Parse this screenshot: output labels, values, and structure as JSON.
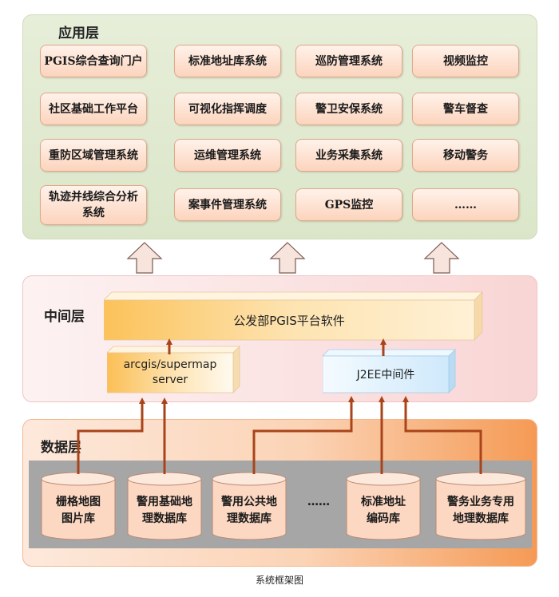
{
  "app_layer": {
    "title": "应用层",
    "modules": [
      "PGIS综合查询门户",
      "标准地址库系统",
      "巡防管理系统",
      "视频监控",
      "社区基础工作平台",
      "可视化指挥调度",
      "警卫安保系统",
      "警车督查",
      "重防区域管理系统",
      "运维管理系统",
      "业务采集系统",
      "移动警务",
      "轨迹并线综合分析\n系统",
      "案事件管理系统",
      "GPS监控",
      "……"
    ]
  },
  "middle_layer": {
    "title": "中间层",
    "platform": "公发部PGIS平台软件",
    "gis_server": "arcgis/supermap\nserver",
    "j2ee": "J2EE中间件"
  },
  "data_layer": {
    "title": "数据层",
    "databases": [
      "栅格地图\n图片库",
      "警用基础地\n理数据库",
      "警用公共地\n理数据库",
      "标准地址\n编码库",
      "警务业务专用\n地理数据库"
    ],
    "ellipsis": "……"
  },
  "caption": "系统框架图",
  "colors": {
    "app_bg": "#dbe6c9",
    "module_box": "#fcd4bd",
    "middle_bg": "#f9d5d5",
    "data_bg": "#f59a55",
    "platform_box": "#fdd48a",
    "j2ee_box": "#d6ecfb",
    "connector": "#a9441a",
    "db_strip": "#a6a6a6"
  }
}
